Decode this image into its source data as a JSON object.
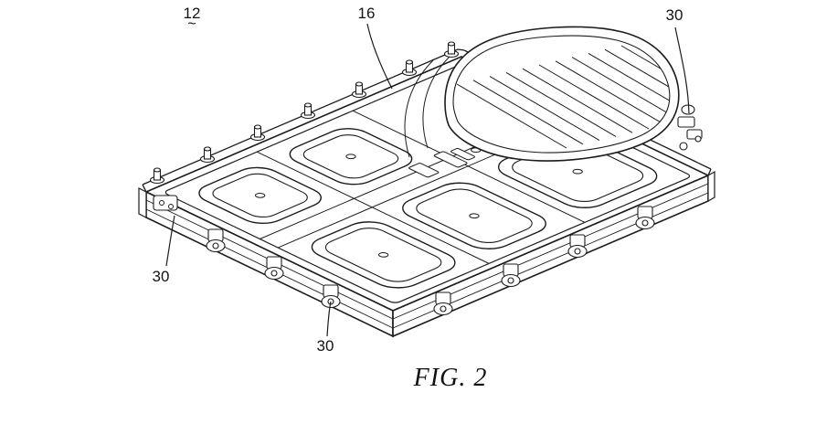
{
  "figure": {
    "caption": "FIG. 2",
    "labels": [
      {
        "id": "12",
        "text": "12",
        "marker": "~"
      },
      {
        "id": "16",
        "text": "16"
      },
      {
        "id": "30-right",
        "text": "30"
      },
      {
        "id": "30-left",
        "text": "30"
      },
      {
        "id": "30-front",
        "text": "30"
      }
    ]
  }
}
